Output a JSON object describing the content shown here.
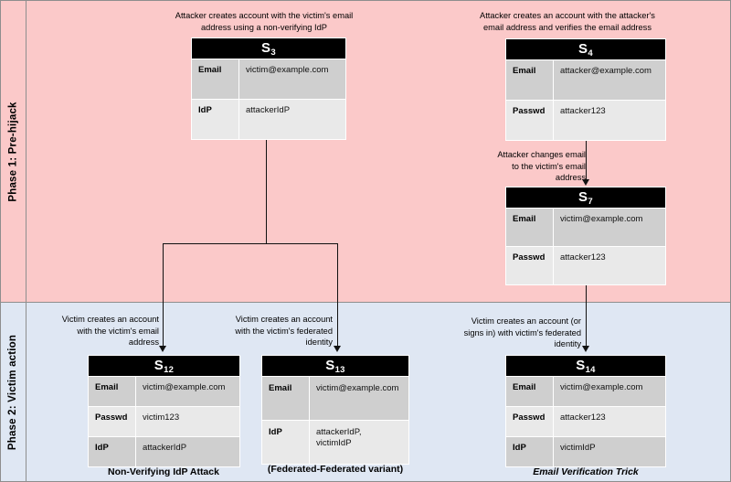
{
  "phases": [
    {
      "label": "Phase 1: Pre-hijack",
      "bg": "#fbc9c9"
    },
    {
      "label": "Phase 2: Victim action",
      "bg": "#dfe7f3"
    }
  ],
  "captions": {
    "s3": "Attacker creates account with the victim's email address using a non-verifying IdP",
    "s4": "Attacker creates an account with the attacker's email address and verifies the email address",
    "s7": "Attacker changes email to the victim's email address",
    "s12": "Victim creates an account with the victim's email address",
    "s13": "Victim creates an account with the victim's federated identity",
    "s14": "Victim creates an account (or signs in) with victim's federated identity"
  },
  "tables": {
    "s3": {
      "title": "S",
      "subscript": "3",
      "rows": [
        {
          "key": "Email",
          "value": "victim@example.com",
          "shade": "dark"
        },
        {
          "key": "IdP",
          "value": "attackerIdP",
          "shade": "light"
        }
      ]
    },
    "s4": {
      "title": "S",
      "subscript": "4",
      "rows": [
        {
          "key": "Email",
          "value": "attacker@example.com",
          "shade": "dark"
        },
        {
          "key": "Passwd",
          "value": "attacker123",
          "shade": "light"
        }
      ]
    },
    "s7": {
      "title": "S",
      "subscript": "7",
      "rows": [
        {
          "key": "Email",
          "value": "victim@example.com",
          "shade": "dark"
        },
        {
          "key": "Passwd",
          "value": "attacker123",
          "shade": "light"
        }
      ]
    },
    "s12": {
      "title": "S",
      "subscript": "12",
      "rows": [
        {
          "key": "Email",
          "value": "victim@example.com",
          "shade": "dark"
        },
        {
          "key": "Passwd",
          "value": "victim123",
          "shade": "light"
        },
        {
          "key": "IdP",
          "value": "attackerIdP",
          "shade": "dark"
        }
      ]
    },
    "s13": {
      "title": "S",
      "subscript": "13",
      "rows": [
        {
          "key": "Email",
          "value": "victim@example.com",
          "shade": "dark"
        },
        {
          "key": "IdP",
          "value": "attackerIdP,\nvictimIdP",
          "shade": "light"
        }
      ]
    },
    "s14": {
      "title": "S",
      "subscript": "14",
      "rows": [
        {
          "key": "Email",
          "value": "victim@example.com",
          "shade": "dark"
        },
        {
          "key": "Passwd",
          "value": "attacker123",
          "shade": "light"
        },
        {
          "key": "IdP",
          "value": "victimIdP",
          "shade": "dark"
        }
      ]
    }
  },
  "attack_titles": {
    "s12": "Non-Verifying IdP Attack",
    "s13": "(Federated-Federated variant)",
    "s14": "Email Verification Trick"
  },
  "colors": {
    "phase1_bg": "#fbc9c9",
    "phase2_bg": "#dfe7f3",
    "header_bg": "#000000",
    "row_dark": "#cfcfcf",
    "row_light": "#e9e9e9",
    "connector": "#111111"
  }
}
